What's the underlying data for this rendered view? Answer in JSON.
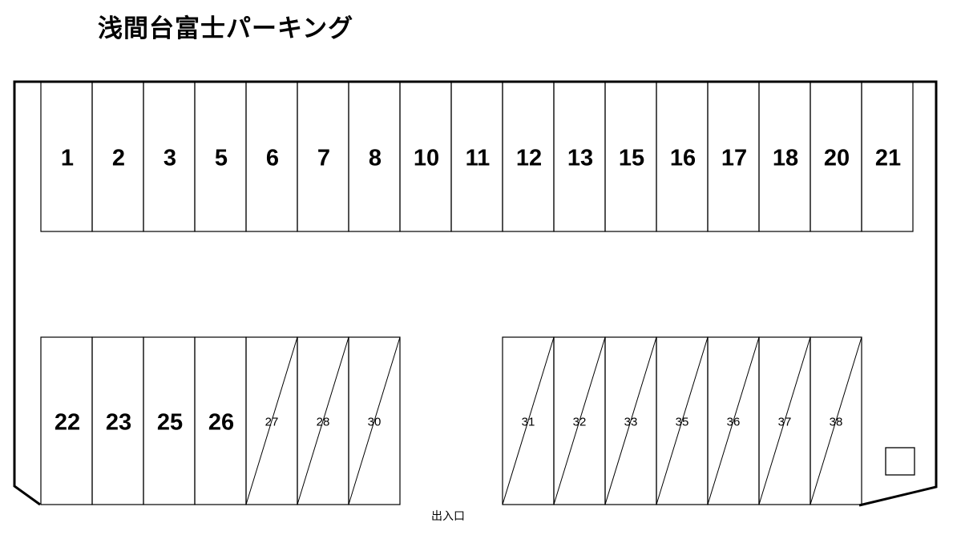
{
  "title": "浅間台富士パーキング",
  "entrance_label": "出入口",
  "top_row": [
    "1",
    "2",
    "3",
    "5",
    "6",
    "7",
    "8",
    "10",
    "11",
    "12",
    "13",
    "15",
    "16",
    "17",
    "18",
    "20",
    "21"
  ],
  "bottom_left": [
    {
      "label": "22",
      "slashed": false
    },
    {
      "label": "23",
      "slashed": false
    },
    {
      "label": "25",
      "slashed": false
    },
    {
      "label": "26",
      "slashed": false
    },
    {
      "label": "27",
      "slashed": true
    },
    {
      "label": "28",
      "slashed": true
    },
    {
      "label": "30",
      "slashed": true
    }
  ],
  "bottom_right": [
    {
      "label": "31",
      "slashed": true
    },
    {
      "label": "32",
      "slashed": true
    },
    {
      "label": "33",
      "slashed": true
    },
    {
      "label": "35",
      "slashed": true
    },
    {
      "label": "36",
      "slashed": true
    },
    {
      "label": "37",
      "slashed": true
    },
    {
      "label": "38",
      "slashed": true
    }
  ]
}
